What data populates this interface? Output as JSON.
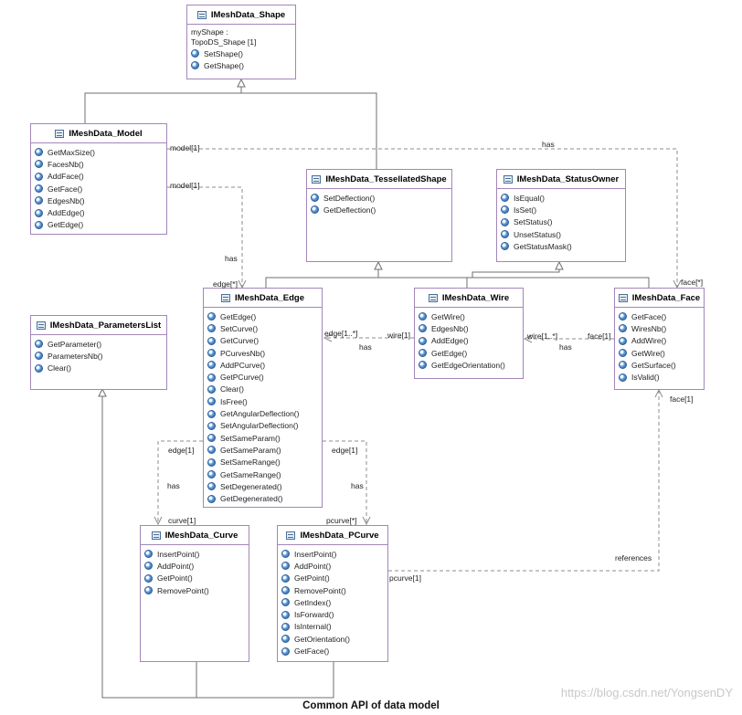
{
  "classes": {
    "shape": {
      "name": "IMeshData_Shape",
      "attributes": [
        "myShape :\nTopoDS_Shape [1]"
      ],
      "methods": [
        "SetShape()",
        "GetShape()"
      ]
    },
    "model": {
      "name": "IMeshData_Model",
      "methods": [
        "GetMaxSize()",
        "FacesNb()",
        "AddFace()",
        "GetFace()",
        "EdgesNb()",
        "AddEdge()",
        "GetEdge()"
      ]
    },
    "tessellated": {
      "name": "IMeshData_TessellatedShape",
      "methods": [
        "SetDeflection()",
        "GetDeflection()"
      ]
    },
    "status": {
      "name": "IMeshData_StatusOwner",
      "methods": [
        "IsEqual()",
        "IsSet()",
        "SetStatus()",
        "UnsetStatus()",
        "GetStatusMask()"
      ]
    },
    "params": {
      "name": "IMeshData_ParametersList",
      "methods": [
        "GetParameter()",
        "ParametersNb()",
        "Clear()"
      ]
    },
    "edge": {
      "name": "IMeshData_Edge",
      "methods": [
        "GetEdge()",
        "SetCurve()",
        "GetCurve()",
        "PCurvesNb()",
        "AddPCurve()",
        "GetPCurve()",
        "Clear()",
        "IsFree()",
        "GetAngularDeflection()",
        "SetAngularDeflection()",
        "SetSameParam()",
        "GetSameParam()",
        "SetSameRange()",
        "GetSameRange()",
        "SetDegenerated()",
        "GetDegenerated()"
      ]
    },
    "wire": {
      "name": "IMeshData_Wire",
      "methods": [
        "GetWire()",
        "EdgesNb()",
        "AddEdge()",
        "GetEdge()",
        "GetEdgeOrientation()"
      ]
    },
    "face": {
      "name": "IMeshData_Face",
      "methods": [
        "GetFace()",
        "WiresNb()",
        "AddWire()",
        "GetWire()",
        "GetSurface()",
        "IsValid()"
      ]
    },
    "curve": {
      "name": "IMeshData_Curve",
      "methods": [
        "InsertPoint()",
        "AddPoint()",
        "GetPoint()",
        "RemovePoint()"
      ]
    },
    "pcurve": {
      "name": "IMeshData_PCurve",
      "methods": [
        "InsertPoint()",
        "AddPoint()",
        "GetPoint()",
        "RemovePoint()",
        "GetIndex()",
        "IsForward()",
        "IsInternal()",
        "GetOrientation()",
        "GetFace()"
      ]
    }
  },
  "labels": {
    "model_face_mult": "model[1]",
    "model_face_has": "has",
    "face_mult": "face[*]",
    "model_edge_mult": "model[1]",
    "model_edge_has": "has",
    "edge_mult": "edge[*]",
    "wire_edge_src": "wire[1]",
    "wire_edge_dst": "edge[1..*]",
    "wire_edge_has": "has",
    "face_wire_src": "face[1]",
    "face_wire_dst": "wire[1..*]",
    "face_wire_has": "has",
    "edge_curve_src": "edge[1]",
    "edge_curve_has": "has",
    "curve_mult": "curve[1]",
    "edge_pcurve_src": "edge[1]",
    "edge_pcurve_has": "has",
    "pcurve_mult": "pcurve[*]",
    "pcurve_face_src": "pcurve[1]",
    "pcurve_face_ref": "references",
    "pcurve_face_dst": "face[1]"
  },
  "caption": "Common API of data model",
  "watermark": "https://blog.csdn.net/YongsenDY",
  "colors": {
    "box_border": "#a386b9",
    "line": "#6f6f6f",
    "dashed": "#8c8c8c",
    "icon": "#2c5e9a"
  },
  "icons": {
    "class": "class-icon",
    "method": "method-icon",
    "attribute": "attribute-icon"
  }
}
